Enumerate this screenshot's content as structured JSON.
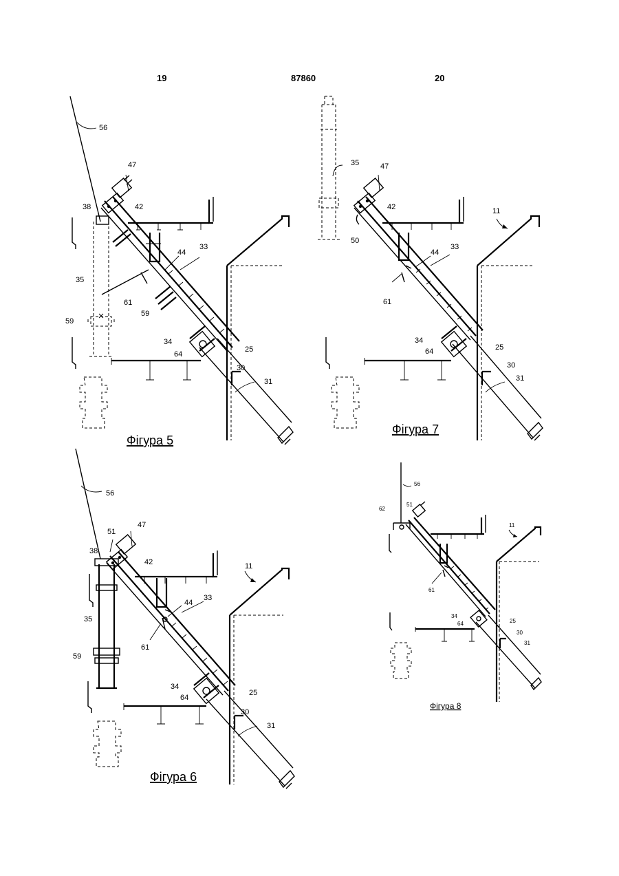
{
  "header": {
    "page_left": "19",
    "patent_number": "87860",
    "page_right": "20"
  },
  "figures": {
    "fig5": {
      "caption": "Фігура 5",
      "labels": {
        "l56": "56",
        "l47": "47",
        "l38": "38",
        "l42": "42",
        "l44": "44",
        "l33": "33",
        "l35": "35",
        "l61": "61",
        "l59a": "59",
        "l59b": "59",
        "l34": "34",
        "l64": "64",
        "l25": "25",
        "l30": "30",
        "l31": "31"
      }
    },
    "fig7": {
      "caption": "Фігура 7",
      "labels": {
        "l35": "35",
        "l47": "47",
        "l42": "42",
        "l11": "11",
        "l50": "50",
        "l44": "44",
        "l33": "33",
        "l61": "61",
        "l34": "34",
        "l64": "64",
        "l25": "25",
        "l30": "30",
        "l31": "31"
      }
    },
    "fig6": {
      "caption": "Фігура 6",
      "labels": {
        "l56": "56",
        "l51": "51",
        "l47": "47",
        "l38": "38",
        "l42": "42",
        "l11": "11",
        "l44": "44",
        "l33": "33",
        "l35": "35",
        "l61": "61",
        "l59": "59",
        "l34": "34",
        "l64": "64",
        "l25": "25",
        "l30": "30",
        "l31": "31"
      }
    },
    "fig8": {
      "caption": "Фігура 8",
      "labels": {
        "l56": "56",
        "l62": "62",
        "l51": "51",
        "l11": "11",
        "l61": "61",
        "l34": "34",
        "l64": "64",
        "l25": "25",
        "l30": "30",
        "l31": "31"
      }
    }
  }
}
